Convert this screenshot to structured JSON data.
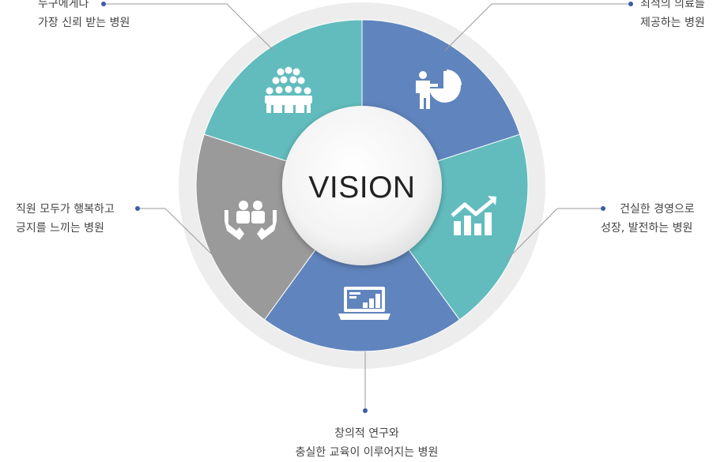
{
  "center": {
    "title": "VISION"
  },
  "segments": [
    {
      "id": "patients",
      "icon": "audience-icon",
      "color": "#62bcbd",
      "lines": [
        "누구에게나",
        "가장 신뢰 받는 병원"
      ]
    },
    {
      "id": "care",
      "icon": "presenter-pie-chart-icon",
      "color": "#6084bd",
      "lines": [
        "최적의 의료를",
        "제공하는 병원"
      ]
    },
    {
      "id": "management",
      "icon": "growth-chart-icon",
      "color": "#62bcbd",
      "lines": [
        "건실한 경영으로",
        "성장, 발전하는 병원"
      ]
    },
    {
      "id": "research",
      "icon": "laptop-chart-icon",
      "color": "#6084bd",
      "lines": [
        "창의적 연구와",
        "충실한 교육이 이루어지는 병원"
      ]
    },
    {
      "id": "staff",
      "icon": "hands-people-icon",
      "color": "#9a9a9a",
      "lines": [
        "직원 모두가 행복하고",
        "긍지를 느끼는 병원"
      ]
    }
  ],
  "colors": {
    "ring": "#ededed",
    "leader": "#9a9a9a",
    "dot": "#3d5ca8"
  }
}
